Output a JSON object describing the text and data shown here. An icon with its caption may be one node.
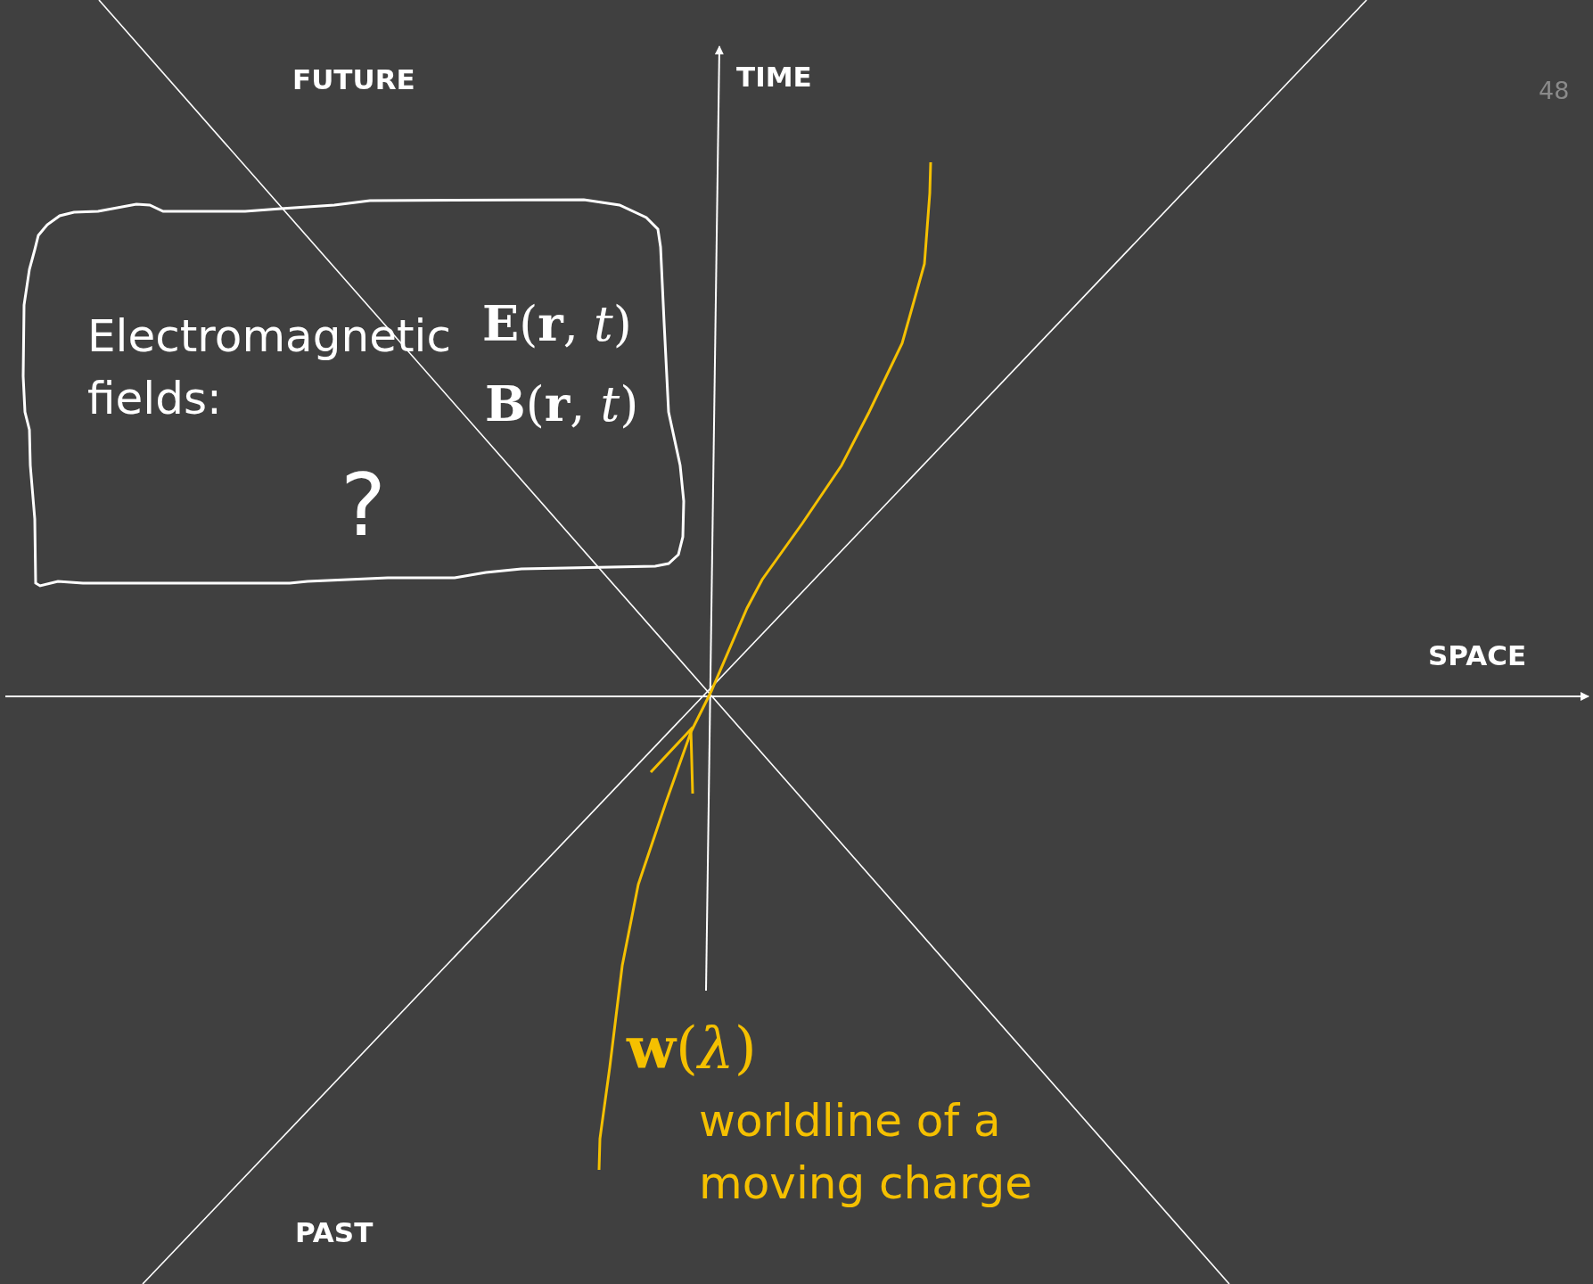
{
  "diagram": {
    "nodes": [
      {
        "text": [
          "Electromagnetic fields:",
          "**E**(**r**, *t*)",
          "**B**(**r**, *t*)",
          "?"
        ]
      }
    ],
    "edges": [],
    "labels": [
      "FUTURE",
      "TIME",
      "48",
      "SPACE",
      "**w**(*λ*)",
      "worldline of a moving charge",
      "PAST"
    ]
  }
}
